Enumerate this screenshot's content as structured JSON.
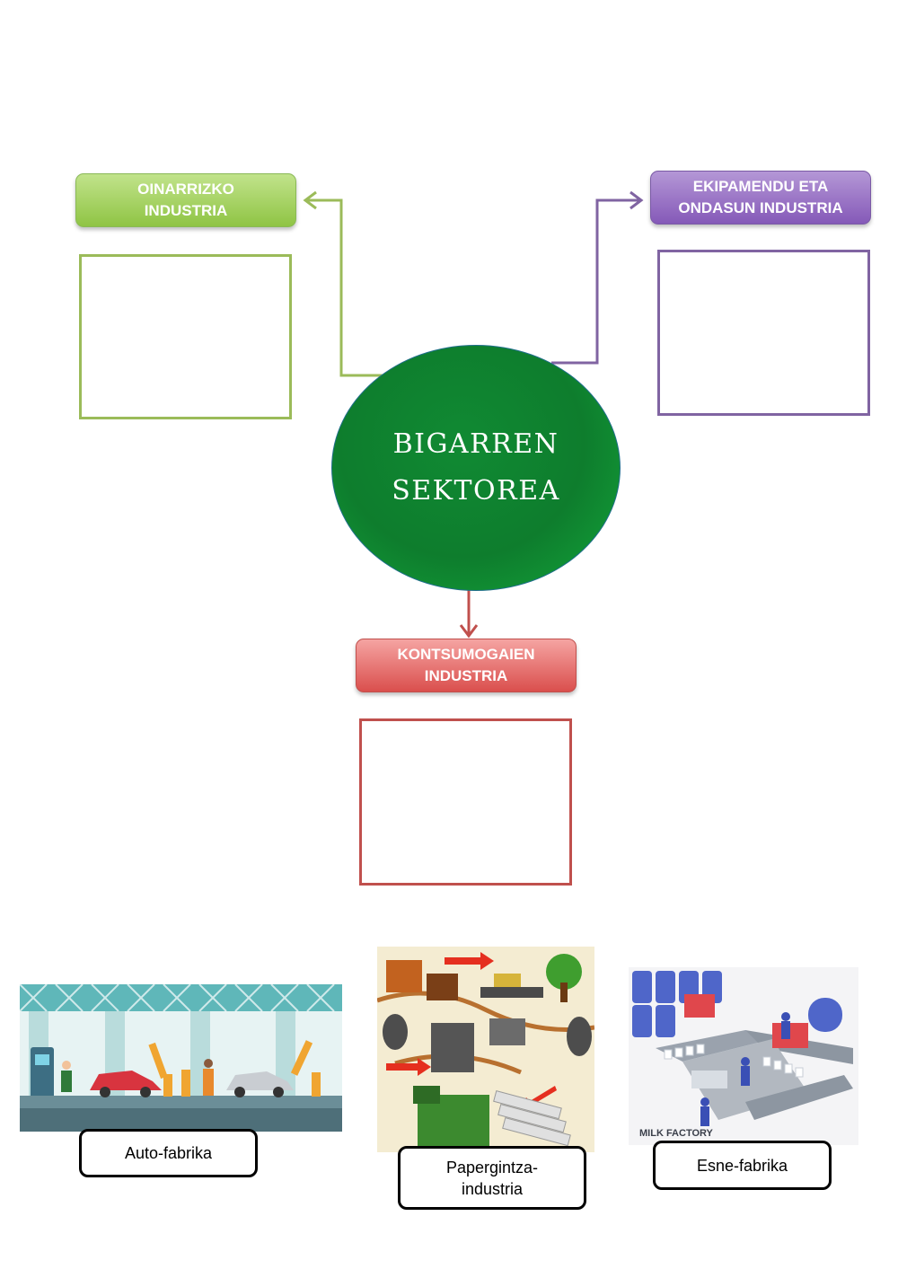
{
  "center": {
    "title": "BIGARREN\nSEKTOREA"
  },
  "categories": {
    "basic": {
      "label": "OINARRIZKO\nINDUSTRIA",
      "color": "#9bbb59"
    },
    "equipment": {
      "label": "EKIPAMENDU ETA\nONDASUN INDUSTRIA",
      "color": "#8064a2"
    },
    "consumer": {
      "label": "KONTSUMOGAIEN\nINDUSTRIA",
      "color": "#c0504d"
    }
  },
  "images": {
    "car_factory": {
      "caption": "Auto-fabrika"
    },
    "paper_industry": {
      "caption": "Papergintza-\nindustria"
    },
    "milk_factory": {
      "caption": "Esne-fabrika",
      "sign_text": "MILK FACTORY"
    }
  }
}
